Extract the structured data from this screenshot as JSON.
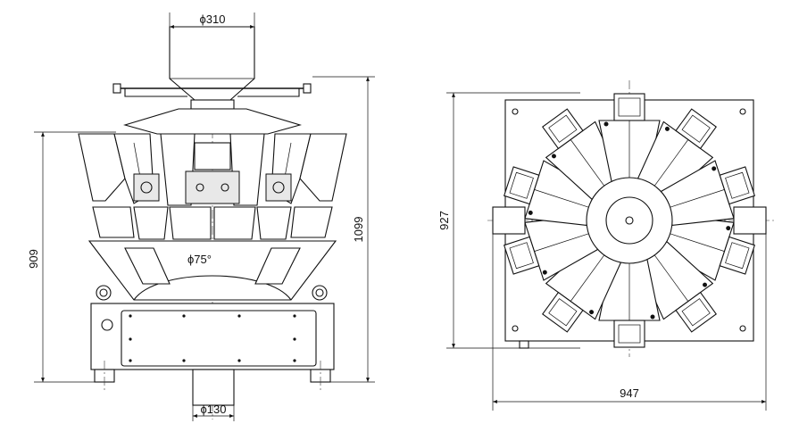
{
  "dimensions": {
    "hopper_diameter": "ϕ310",
    "outlet_diameter": "ϕ130",
    "discharge_angle": "ϕ75°",
    "total_height": "1099",
    "base_height": "909",
    "plan_depth": "927",
    "plan_width": "947"
  }
}
